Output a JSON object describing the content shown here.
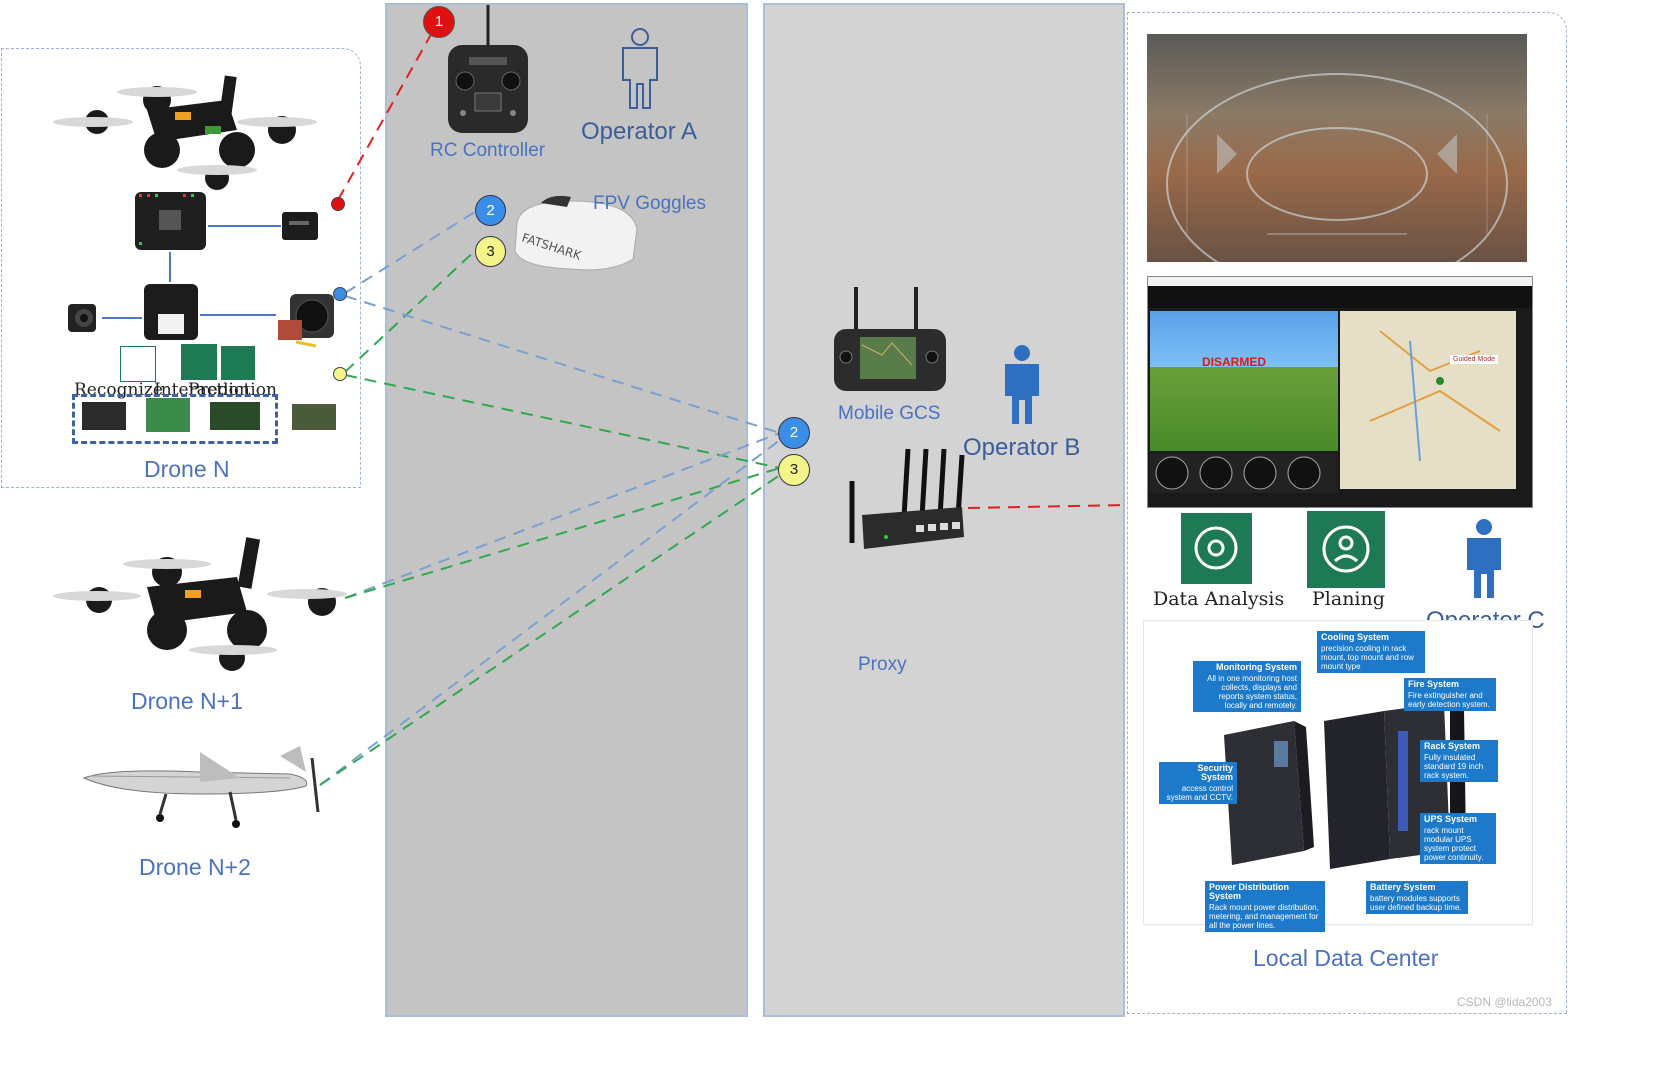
{
  "labels": {
    "rc_controller": "RC Controller",
    "operator_a": "Operator A",
    "fpv_goggles": "FPV Goggles",
    "mobile_gcs": "Mobile GCS",
    "operator_b": "Operator B",
    "proxy": "Proxy",
    "drone_n": "Drone N",
    "drone_n1": "Drone N+1",
    "drone_n2": "Drone N+2",
    "data_analysis": "Data Analysis",
    "planing": "Planing",
    "operator_c": "Operator C",
    "local_data_center": "Local Data Center",
    "recognize": "Recognize",
    "interaction": "Interaction",
    "prediction": "Prediction",
    "watermark": "CSDN @lida2003"
  },
  "markers": {
    "m1": "1",
    "m2": "2",
    "m3": "3"
  },
  "gcs_screen": {
    "status": "DISARMED",
    "mode": "Guided Mode"
  },
  "datacenter": {
    "cooling_title": "Cooling System",
    "cooling_text": "precision cooling in rack mount, top mount and row mount type",
    "monitoring_title": "Monitoring System",
    "monitoring_text": "All in one monitoring host collects, displays and reports system status, locally and remotely.",
    "fire_title": "Fire System",
    "fire_text": "Fire extinguisher and early detection system.",
    "rack_title": "Rack System",
    "rack_text": "Fully insulated standard 19 inch rack system.",
    "security_title": "Security System",
    "security_text": "access control system and CCTV.",
    "ups_title": "UPS System",
    "ups_text": "rack mount modular UPS system protect power continuity.",
    "power_title": "Power Distribution System",
    "power_text": "Rack mount power distribution, metering, and management for all the power lines.",
    "battery_title": "Battery System",
    "battery_text": "battery modules supports user defined backup time."
  },
  "colors": {
    "red_link": "#e02020",
    "blue_link": "#7aa0d0",
    "green_link": "#30a850",
    "panel_grey": "#c4c4c4",
    "panel_grey2": "#d3d3d3",
    "label_blue": "#4a72c0",
    "tile_green": "#1e7a55",
    "marker_red": "#e01010",
    "marker_blue": "#3a8ee8",
    "marker_yellow": "#f4f48a"
  }
}
